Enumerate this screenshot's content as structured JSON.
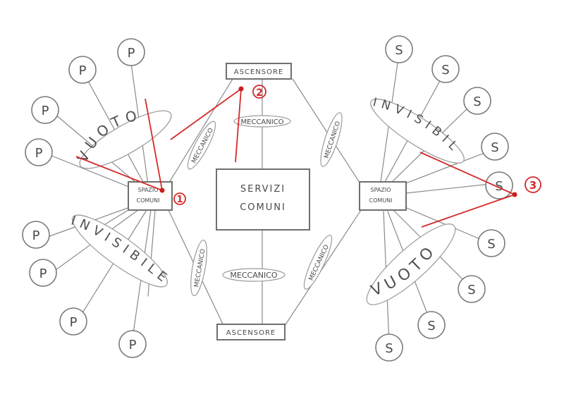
{
  "labels": {
    "lift": "ASCENSORE",
    "services_line1": "SERVIZI",
    "services_line2": "COMUNI",
    "shared_space_line1": "SPAZIO",
    "shared_space_line2": "COMUNI",
    "mechanical": "MECCANICO",
    "empty": "VUOTO",
    "invisible": "INVISIBILE",
    "node_p": "P",
    "node_s": "S"
  },
  "markers": [
    "1",
    "2",
    "3"
  ],
  "colors": {
    "pencil": "#8a8a8a",
    "annotation_red": "#d42a2a"
  }
}
